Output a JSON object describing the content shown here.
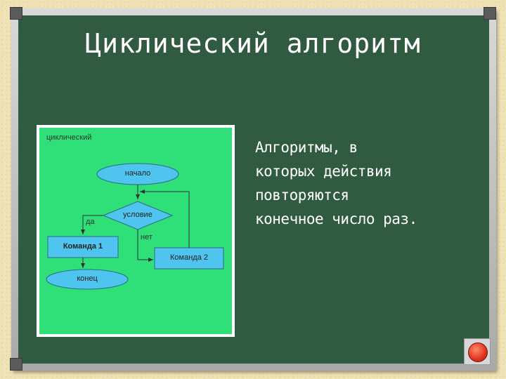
{
  "slide": {
    "title": "Циклический алгоритм",
    "description_lines": [
      "Алгоритмы, в",
      "которых действия",
      "повторяются",
      "конечное число раз."
    ]
  },
  "flowchart": {
    "caption": "циклический",
    "start": "начало",
    "condition": "условие",
    "yes_label": "да",
    "no_label": "нет",
    "command1": "Команда 1",
    "command2": "Команда 2",
    "end": "конец"
  },
  "colors": {
    "board": "#2f5a3f",
    "flowchart_bg": "#2ee077",
    "terminator": "#4fc4ee",
    "process": "#4fc4ee",
    "nav_button": "#e0341e"
  },
  "icons": {
    "nav_button": "red-circle-icon"
  }
}
